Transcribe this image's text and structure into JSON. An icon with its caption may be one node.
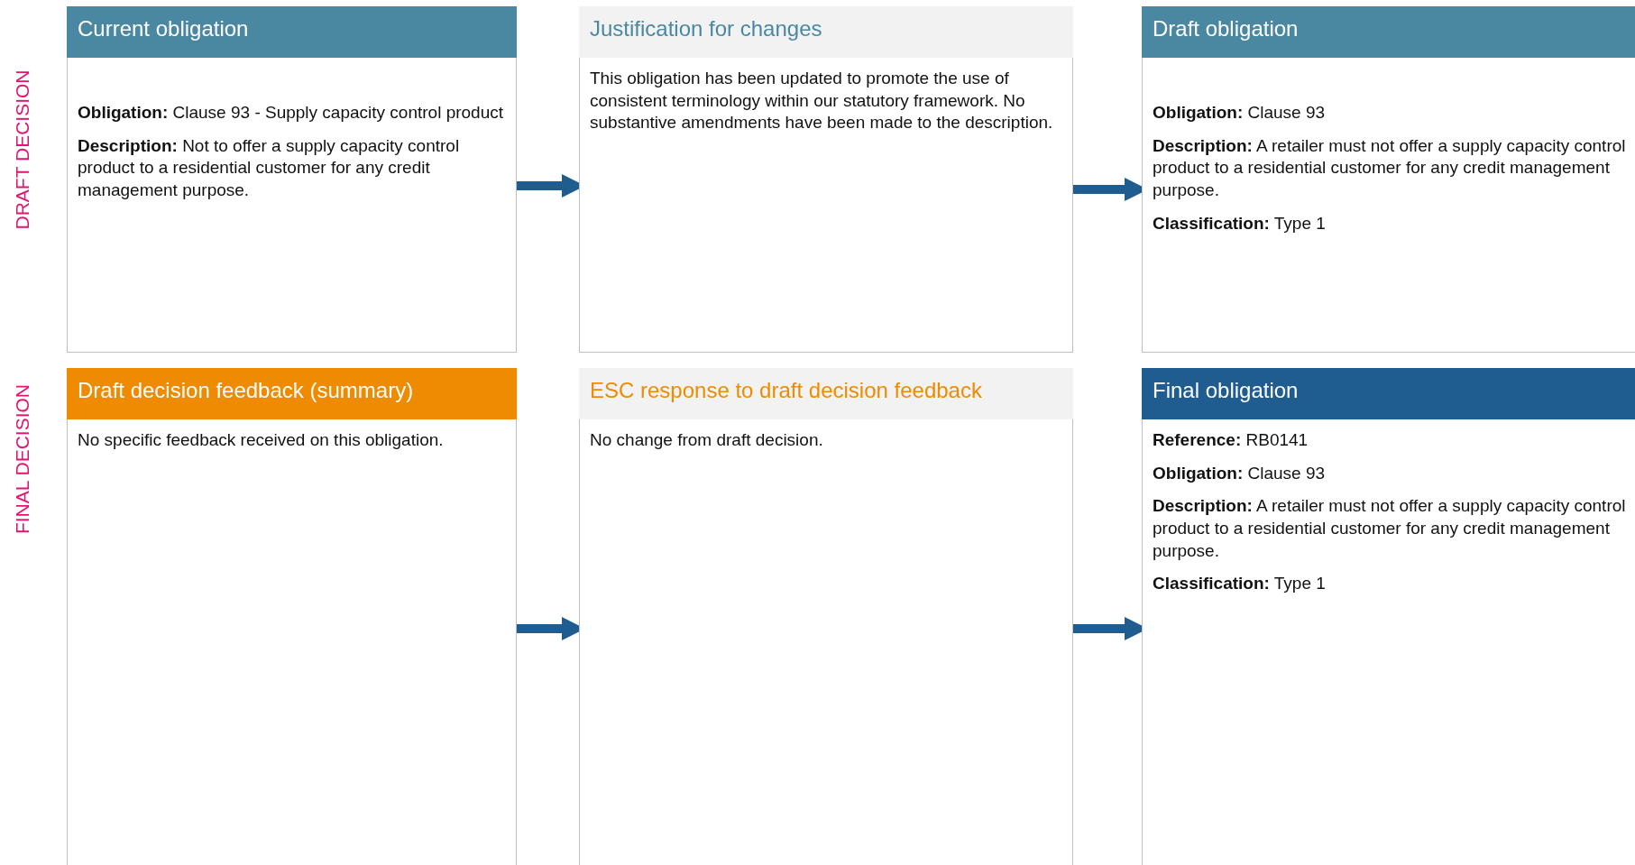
{
  "diagram": {
    "nodes": [
      {
        "text": [
          "Current obligation",
          "**Obligation:** Clause 93 - Supply capacity control product",
          "**Description:** Not to offer a supply capacity control product to a residential customer for any credit management purpose."
        ]
      },
      {
        "text": [
          "Justification for changes",
          "This obligation has been updated to promote the use of consistent terminology within our statutory framework. No substantive amendments have been made to the description."
        ]
      },
      {
        "text": [
          "Draft obligation",
          "**Obligation:** Clause 93",
          "**Description:** A retailer must not offer a supply capacity control product to a residential customer for any credit management purpose.",
          "**Classification:** Type 1"
        ]
      },
      {
        "text": [
          "Draft decision feedback (summary)",
          "No specific feedback received on this obligation."
        ]
      },
      {
        "text": [
          "ESC response to draft decision feedback",
          "No change from draft decision."
        ]
      },
      {
        "text": [
          "Final obligation",
          "**Reference:** RB0141",
          "**Obligation:** Clause 93",
          "**Description:** A retailer must not offer a supply capacity control product to a residential customer for any credit management purpose.",
          "**Classification:** Type 1"
        ]
      }
    ],
    "edges": [
      {
        "from": 0,
        "to": 1,
        "arrow": "to"
      },
      {
        "from": 1,
        "to": 2,
        "arrow": "to"
      },
      {
        "from": 3,
        "to": 4,
        "arrow": "to"
      },
      {
        "from": 4,
        "to": 5,
        "arrow": "to"
      }
    ],
    "labels": [
      "DRAFT DECISION",
      "FINAL DECISION"
    ]
  }
}
